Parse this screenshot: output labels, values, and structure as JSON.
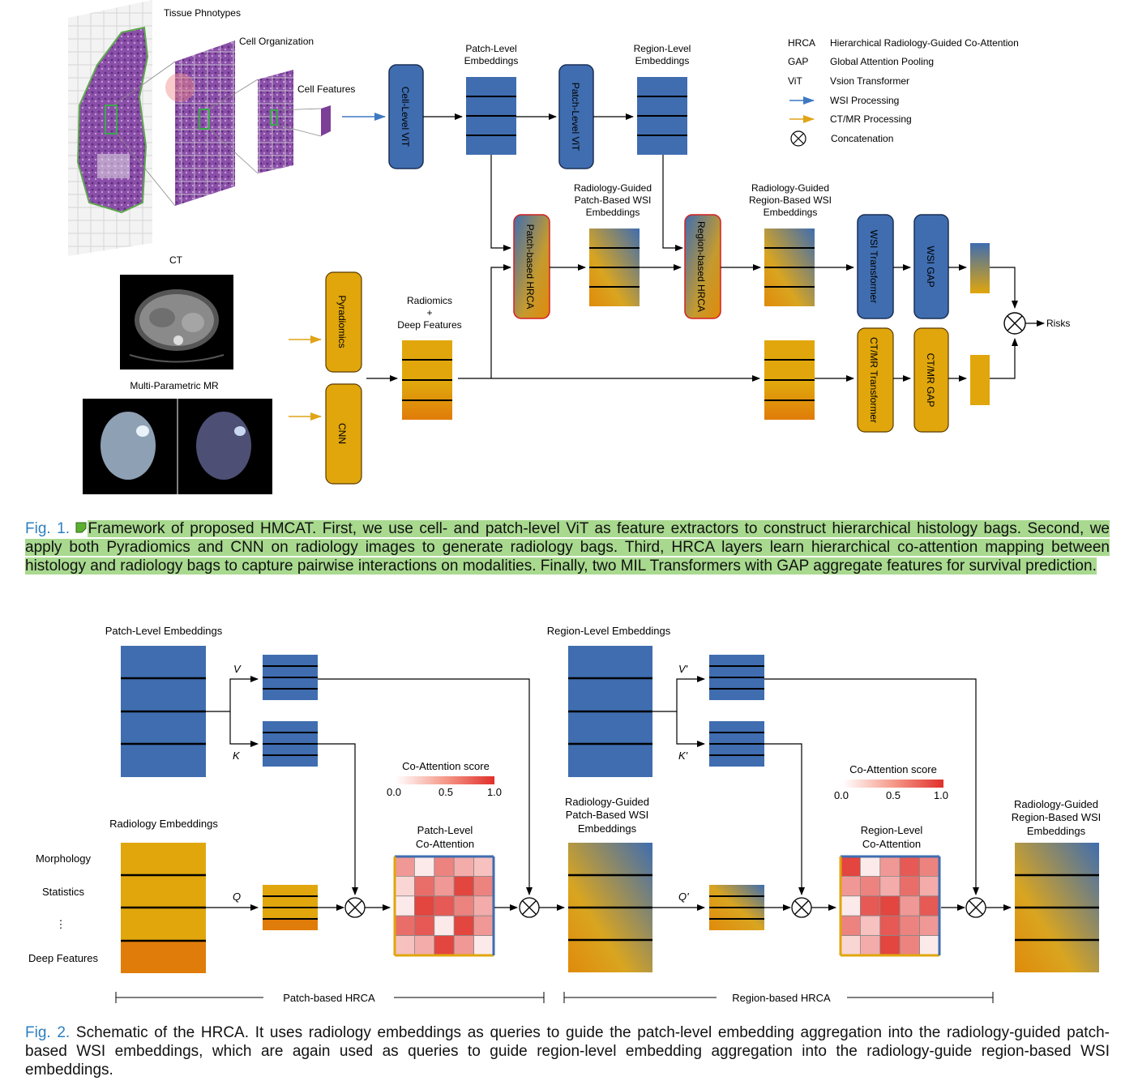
{
  "fig1": {
    "slide_labels": [
      "Tissue Phnotypes",
      "Cell Organization",
      "Cell Features"
    ],
    "modules": {
      "cell_vit": "Cell-Level ViT",
      "patch_vit": "Patch-Level ViT",
      "patch_hrca": "Patch-based HRCA",
      "region_hrca": "Region-based HRCA",
      "wsi_transformer": "WSI Transformer",
      "wsi_gap": "WSI GAP",
      "ct_transformer": "CT/MR Transformer",
      "ct_gap": "CT/MR GAP",
      "pyradiomics": "Pyradiomics",
      "cnn": "CNN"
    },
    "labels": {
      "patch_emb": [
        "Patch-Level",
        "Embeddings"
      ],
      "region_emb": [
        "Region-Level",
        "Embeddings"
      ],
      "rg_patch": [
        "Radiology-Guided",
        "Patch-Based WSI",
        "Embeddings"
      ],
      "rg_region": [
        "Radiology-Guided",
        "Region-Based WSI",
        "Embeddings"
      ],
      "radiomics": [
        "Radiomics",
        "+",
        "Deep Features"
      ],
      "ct": "CT",
      "mr": "Multi-Parametric MR",
      "risks": "Risks"
    },
    "legend": [
      {
        "key": "HRCA",
        "value": "Hierarchical Radiology-Guided Co-Attention"
      },
      {
        "key": "GAP",
        "value": "Global Attention Pooling"
      },
      {
        "key": "ViT",
        "value": "Vsion Transformer"
      },
      {
        "key": "",
        "value": "WSI Processing"
      },
      {
        "key": "",
        "value": "CT/MR Processing"
      },
      {
        "key": "",
        "value": "Concatenation"
      }
    ]
  },
  "fig2": {
    "patch_emb": "Patch-Level Embeddings",
    "region_emb": "Region-Level Embeddings",
    "radiology_emb": "Radiology Embeddings",
    "rows": [
      "Morphology",
      "Statistics",
      "⋮",
      "Deep Features"
    ],
    "coatt_title": "Co-Attention score",
    "coatt_ticks": [
      "0.0",
      "0.5",
      "1.0"
    ],
    "patch_coatt": [
      "Patch-Level",
      "Co-Attention"
    ],
    "region_coatt": [
      "Region-Level",
      "Co-Attention"
    ],
    "rg_patch": [
      "Radiology-Guided",
      "Patch-Based WSI",
      "Embeddings"
    ],
    "rg_region": [
      "Radiology-Guided",
      "Region-Based WSI",
      "Embeddings"
    ],
    "v": "V",
    "k": "K",
    "q": "Q",
    "v2": "V'",
    "k2": "K'",
    "q2": "Q'",
    "patch_hrca": "Patch-based HRCA",
    "region_hrca": "Region-based HRCA",
    "patch_matrix": [
      [
        0.5,
        0.1,
        0.6,
        0.4,
        0.3
      ],
      [
        0.2,
        0.7,
        0.5,
        0.9,
        0.6
      ],
      [
        0.1,
        0.9,
        0.8,
        0.6,
        0.4
      ],
      [
        0.7,
        0.8,
        0.1,
        0.9,
        0.5
      ],
      [
        0.3,
        0.4,
        0.9,
        0.5,
        0.1
      ]
    ],
    "region_matrix": [
      [
        0.9,
        0.1,
        0.5,
        0.8,
        0.6
      ],
      [
        0.5,
        0.6,
        0.4,
        0.7,
        0.4
      ],
      [
        0.1,
        0.8,
        0.9,
        0.5,
        0.8
      ],
      [
        0.6,
        0.3,
        0.8,
        0.6,
        0.5
      ],
      [
        0.2,
        0.4,
        0.9,
        0.6,
        0.1
      ]
    ]
  },
  "captions": {
    "fig1_label": "Fig. 1.",
    "fig1_text": "Framework of proposed HMCAT. First, we use cell- and patch-level ViT as feature extractors to construct hierarchical histology bags. Second, we apply both Pyradiomics and CNN on radiology images to generate radiology bags. Third, HRCA layers learn hierarchical co-attention mapping between histology and radiology bags to capture pairwise interactions on modalities. Finally, two MIL Transformers with GAP aggregate features for survival prediction.",
    "fig2_label": "Fig. 2.",
    "fig2_text": "Schematic of the HRCA. It uses radiology embeddings as queries to guide the patch-level embedding aggregation into the radiology-guided patch-based WSI embeddings, which are again used as queries to guide region-level embedding aggregation into the radiology-guide region-based WSI embeddings."
  },
  "colors": {
    "blue": "#3f6db0",
    "yellow": "#e0a60c",
    "orange": "#e07c0a",
    "wsi_arrow": "#3f78c0",
    "ct_arrow": "#e0a418"
  }
}
